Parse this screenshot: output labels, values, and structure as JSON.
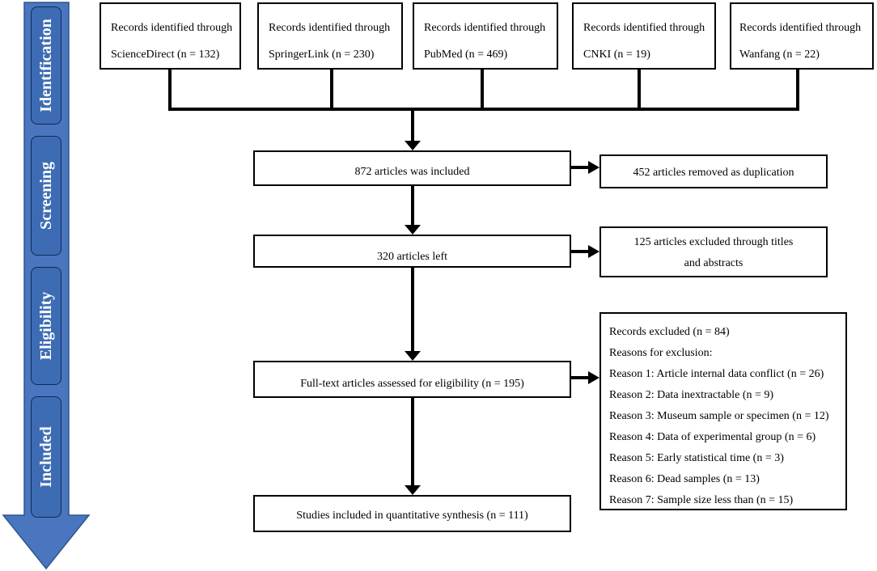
{
  "phases": [
    "Identification",
    "Screening",
    "Eligibility",
    "Included"
  ],
  "sources": [
    {
      "line1": "Records identified through",
      "line2": "ScienceDirect (n = 132)"
    },
    {
      "line1": "Records identified through",
      "line2": "SpringerLink (n = 230)"
    },
    {
      "line1": "Records identified through",
      "line2": "PubMed (n = 469)"
    },
    {
      "line1": "Records identified through",
      "line2": "CNKI (n = 19)"
    },
    {
      "line1": "Records identified through",
      "line2": "Wanfang (n = 22)"
    }
  ],
  "flow": {
    "included": "872 articles was included",
    "removed_duplication": "452 articles removed as duplication",
    "left": "320 articles left",
    "excluded_titles_line1": "125 articles excluded through titles",
    "excluded_titles_line2": "and abstracts",
    "full_text": "Full-text articles assessed for eligibility (n = 195)",
    "final": "Studies included in quantitative synthesis (n = 111)"
  },
  "exclusion": {
    "header": "Records excluded (n = 84)",
    "reasons_title": "Reasons for exclusion:",
    "reasons": [
      "Reason 1: Article internal data conflict (n = 26)",
      "Reason 2: Data inextractable (n = 9)",
      "Reason 3: Museum sample or specimen (n = 12)",
      "Reason 4: Data of experimental group (n = 6)",
      "Reason 5: Early statistical time (n = 3)",
      "Reason 6: Dead samples (n = 13)",
      "Reason 7:  Sample size less than (n = 15)"
    ]
  },
  "colors": {
    "arrow_fill": "#4a76bf",
    "arrow_border": "#2f558f",
    "phase_fill": "#3d6cb4",
    "phase_border": "#0f2a56"
  }
}
